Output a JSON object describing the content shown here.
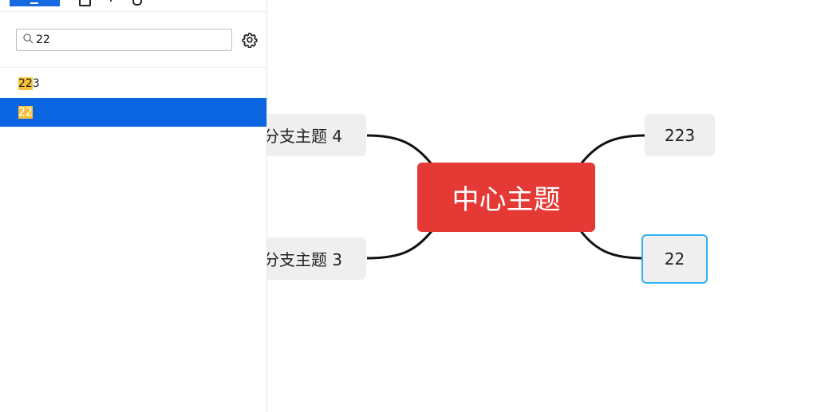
{
  "search": {
    "query": "22",
    "results": [
      {
        "match": "22",
        "rest": "3"
      },
      {
        "match": "22",
        "rest": ""
      }
    ]
  },
  "mindmap": {
    "center": "中心主题",
    "left_nodes": [
      "分支主题 4",
      "分支主题 3"
    ],
    "right_nodes": [
      "223",
      "22"
    ]
  },
  "colors": {
    "accent": "#0b65e0",
    "highlight": "#f7c23c",
    "center_node": "#e53935",
    "selection_border": "#2fb2f3"
  }
}
